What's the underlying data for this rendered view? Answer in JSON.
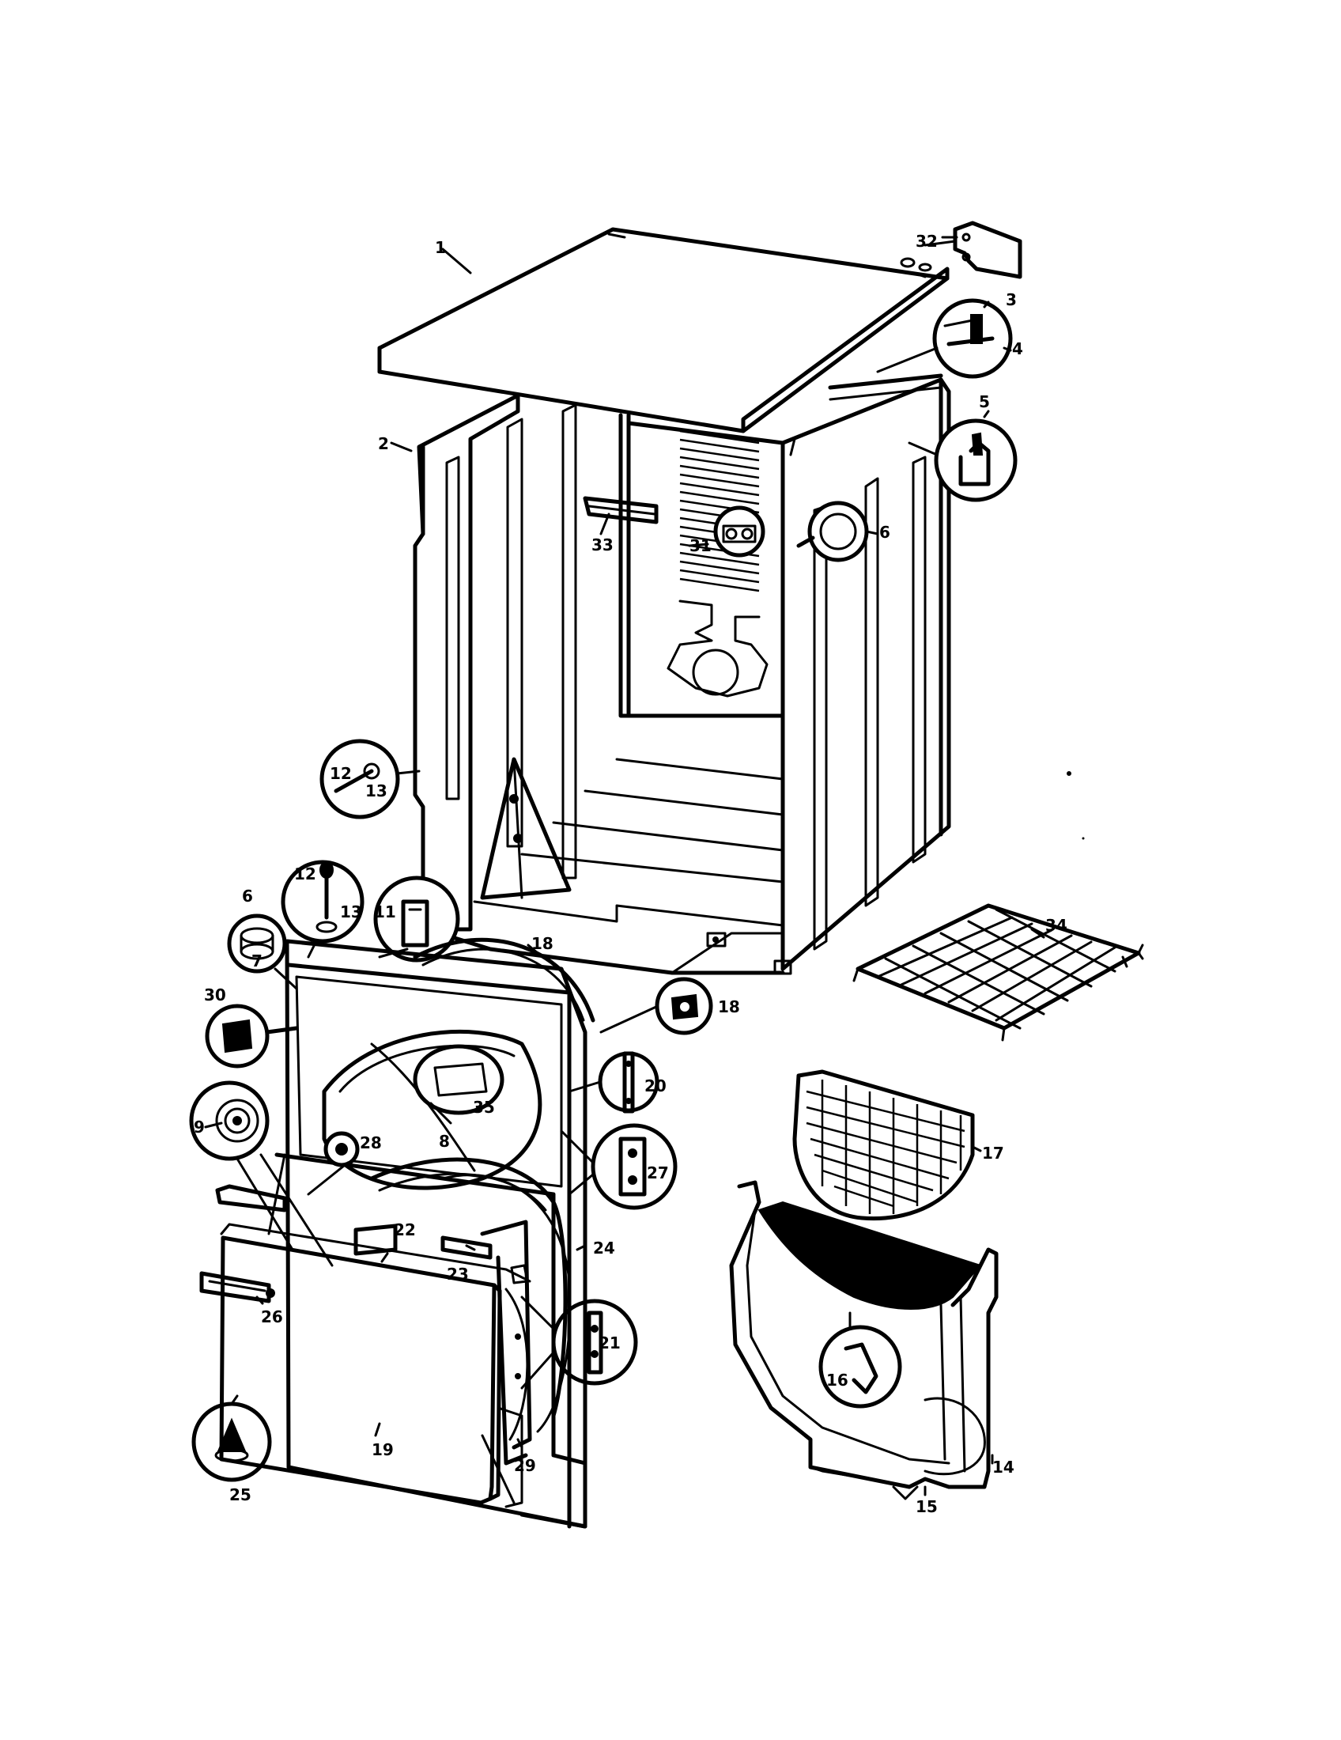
{
  "callouts": [
    {
      "id": "c1",
      "label": "1"
    },
    {
      "id": "c2",
      "label": "2"
    },
    {
      "id": "c3",
      "label": "3"
    },
    {
      "id": "c4",
      "label": "4"
    },
    {
      "id": "c5",
      "label": "5"
    },
    {
      "id": "c6a",
      "label": "6"
    },
    {
      "id": "c6b",
      "label": "6"
    },
    {
      "id": "c7",
      "label": "7"
    },
    {
      "id": "c8",
      "label": "8"
    },
    {
      "id": "c9",
      "label": "9"
    },
    {
      "id": "c11",
      "label": "11"
    },
    {
      "id": "c12a",
      "label": "12"
    },
    {
      "id": "c13a",
      "label": "13"
    },
    {
      "id": "c12b",
      "label": "12"
    },
    {
      "id": "c13b",
      "label": "13"
    },
    {
      "id": "c14",
      "label": "14"
    },
    {
      "id": "c15",
      "label": "15"
    },
    {
      "id": "c16",
      "label": "16"
    },
    {
      "id": "c17",
      "label": "17"
    },
    {
      "id": "c18a",
      "label": "18"
    },
    {
      "id": "c18b",
      "label": "18"
    },
    {
      "id": "c19",
      "label": "19"
    },
    {
      "id": "c20",
      "label": "20"
    },
    {
      "id": "c21",
      "label": "21"
    },
    {
      "id": "c22",
      "label": "22"
    },
    {
      "id": "c23",
      "label": "23"
    },
    {
      "id": "c24",
      "label": "24"
    },
    {
      "id": "c25",
      "label": "25"
    },
    {
      "id": "c26",
      "label": "26"
    },
    {
      "id": "c27",
      "label": "27"
    },
    {
      "id": "c28",
      "label": "28"
    },
    {
      "id": "c29",
      "label": "29"
    },
    {
      "id": "c30",
      "label": "30"
    },
    {
      "id": "c31",
      "label": "31"
    },
    {
      "id": "c32",
      "label": "32"
    },
    {
      "id": "c33",
      "label": "33"
    },
    {
      "id": "c34",
      "label": "34"
    },
    {
      "id": "c35",
      "label": "35"
    }
  ]
}
